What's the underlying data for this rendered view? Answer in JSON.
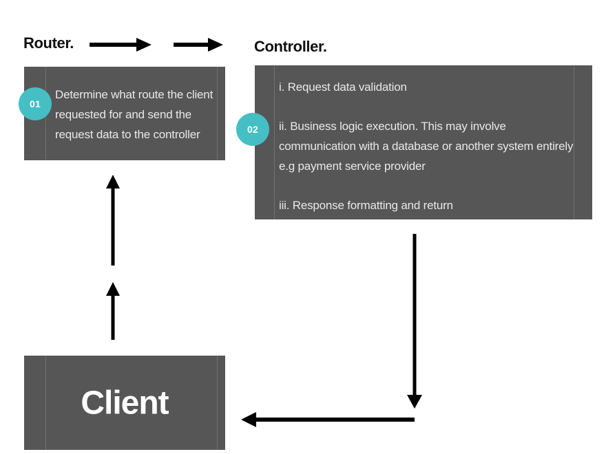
{
  "diagram": {
    "title_router": "Router.",
    "title_controller": "Controller.",
    "colors": {
      "panel": "#565656",
      "badge": "#45bfc4",
      "panel_text": "#e8e8e8",
      "heading": "#111111",
      "arrow": "#000000",
      "background": "#ffffff"
    },
    "router": {
      "badge": "01",
      "body": "Determine what route the client requested for and send the request data to the controller"
    },
    "controller": {
      "badge": "02",
      "items": [
        "i. Request data validation",
        "ii. Business logic execution. This may involve communication with a database or another system entirely e.g payment service provider",
        "iii. Response formatting and return"
      ]
    },
    "client": {
      "label": "Client"
    },
    "arrows": [
      {
        "name": "arrow-router-to-controller-1",
        "direction": "right"
      },
      {
        "name": "arrow-router-to-controller-2",
        "direction": "right"
      },
      {
        "name": "arrow-client-to-router-upper",
        "direction": "up"
      },
      {
        "name": "arrow-client-to-router-lower",
        "direction": "up"
      },
      {
        "name": "arrow-controller-down",
        "direction": "down"
      },
      {
        "name": "arrow-response-to-client",
        "direction": "left"
      }
    ]
  }
}
